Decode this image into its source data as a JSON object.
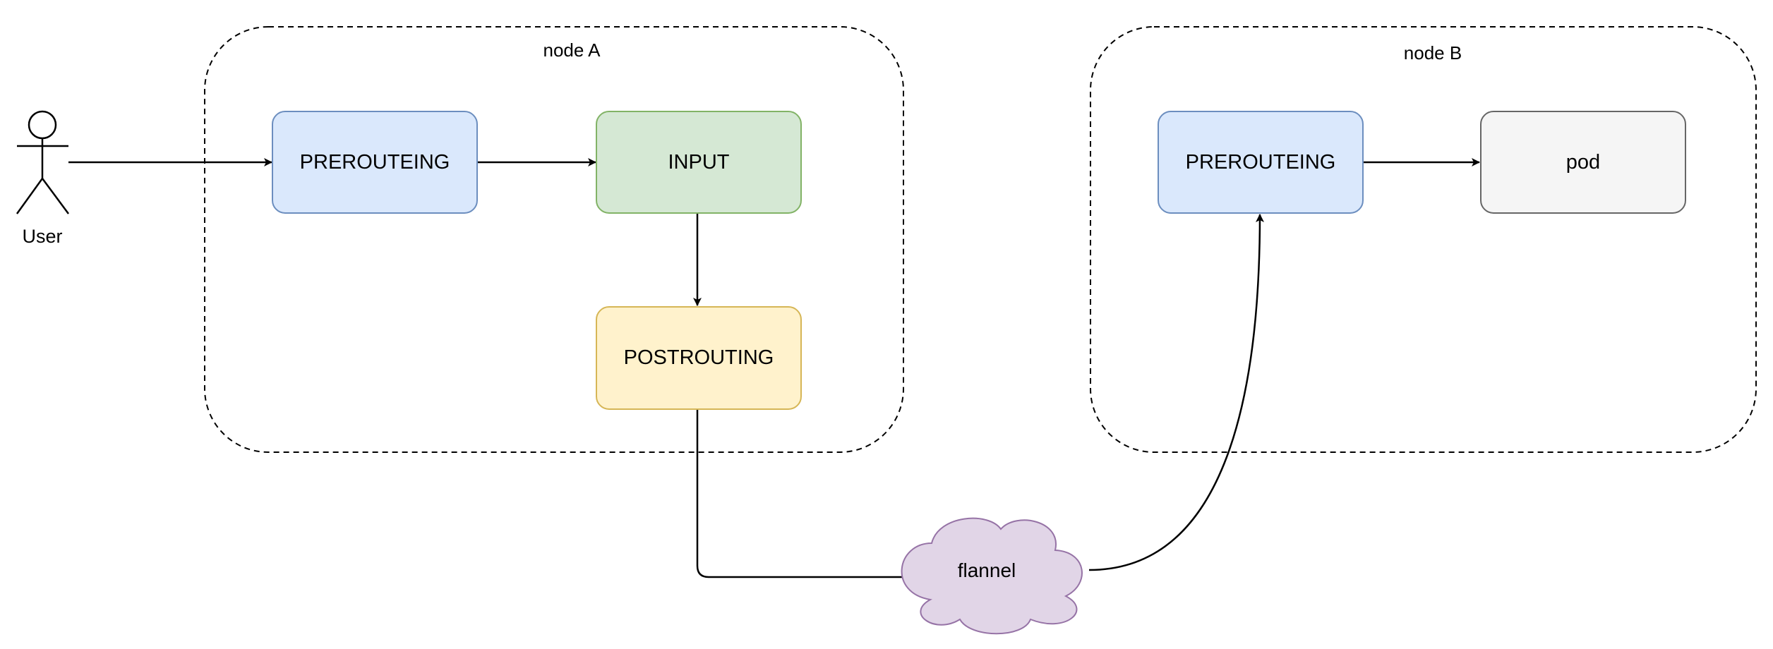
{
  "diagram": {
    "user": {
      "label": "User"
    },
    "node_a": {
      "label": "node A",
      "prerouting": {
        "label": "PREROUTEING"
      },
      "input": {
        "label": "INPUT"
      },
      "postrouting": {
        "label": "POSTROUTING"
      }
    },
    "node_b": {
      "label": "node B",
      "prerouting": {
        "label": "PREROUTEING"
      },
      "pod": {
        "label": "pod"
      }
    },
    "flannel": {
      "label": "flannel"
    },
    "colors": {
      "prerouting_fill": "#dae8fc",
      "prerouting_stroke": "#6c8ebf",
      "input_fill": "#d5e8d4",
      "input_stroke": "#82b366",
      "postrouting_fill": "#fff2cc",
      "postrouting_stroke": "#d6b656",
      "pod_fill": "#f5f5f5",
      "pod_stroke": "#666666",
      "flannel_fill": "#e1d5e7",
      "flannel_stroke": "#9673a6"
    }
  }
}
